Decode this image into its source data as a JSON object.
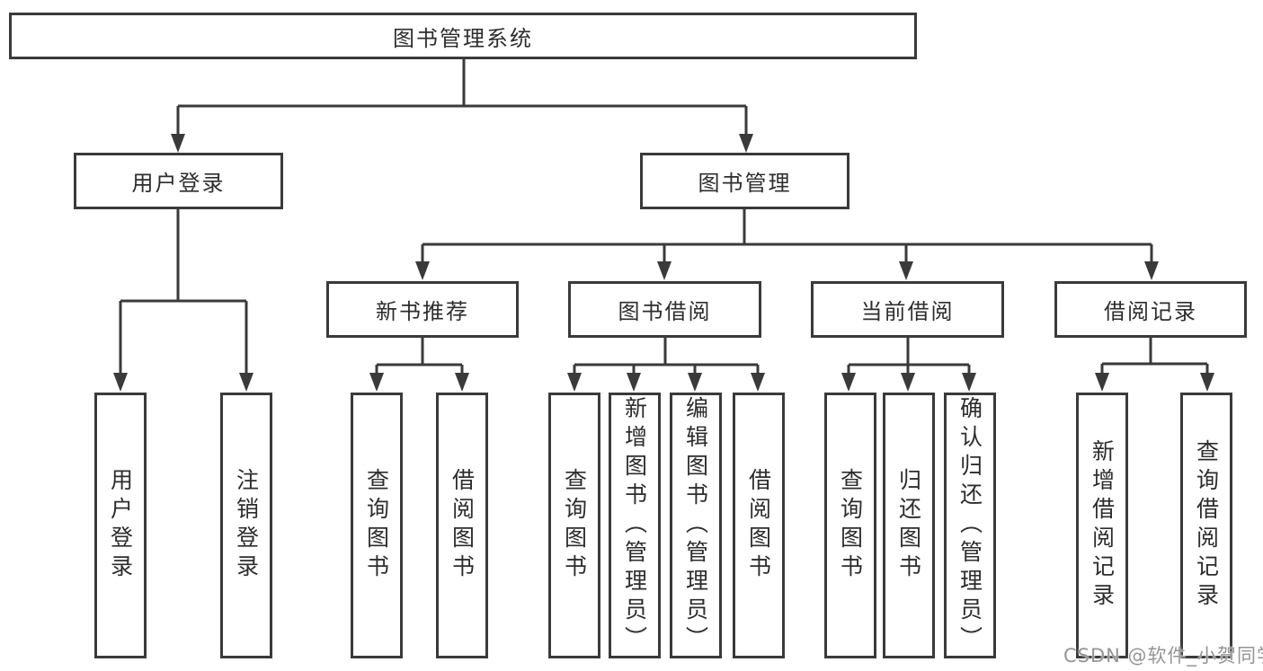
{
  "tree": {
    "label": "图书管理系统",
    "children": [
      {
        "label": "用户登录",
        "children": [
          {
            "label": "用户登录"
          },
          {
            "label": "注销登录"
          }
        ]
      },
      {
        "label": "图书管理",
        "children": [
          {
            "label": "新书推荐",
            "children": [
              {
                "label": "查询图书"
              },
              {
                "label": "借阅图书"
              }
            ]
          },
          {
            "label": "图书借阅",
            "children": [
              {
                "label": "查询图书"
              },
              {
                "label": "新增图书（管理员）"
              },
              {
                "label": "编辑图书（管理员）"
              },
              {
                "label": "借阅图书"
              }
            ]
          },
          {
            "label": "当前借阅",
            "children": [
              {
                "label": "查询图书"
              },
              {
                "label": "归还图书"
              },
              {
                "label": "确认归还（管理员）"
              }
            ]
          },
          {
            "label": "借阅记录",
            "children": [
              {
                "label": "新增借阅记录"
              },
              {
                "label": "查询借阅记录"
              }
            ]
          }
        ]
      }
    ]
  },
  "watermark": "CSDN @软件_小贺同学",
  "colors": {
    "line": "#3a3a3a",
    "text": "#2d2d2d",
    "box_background": "#ffffff",
    "watermark": "#8c8c8c",
    "background": "#ffffff"
  }
}
